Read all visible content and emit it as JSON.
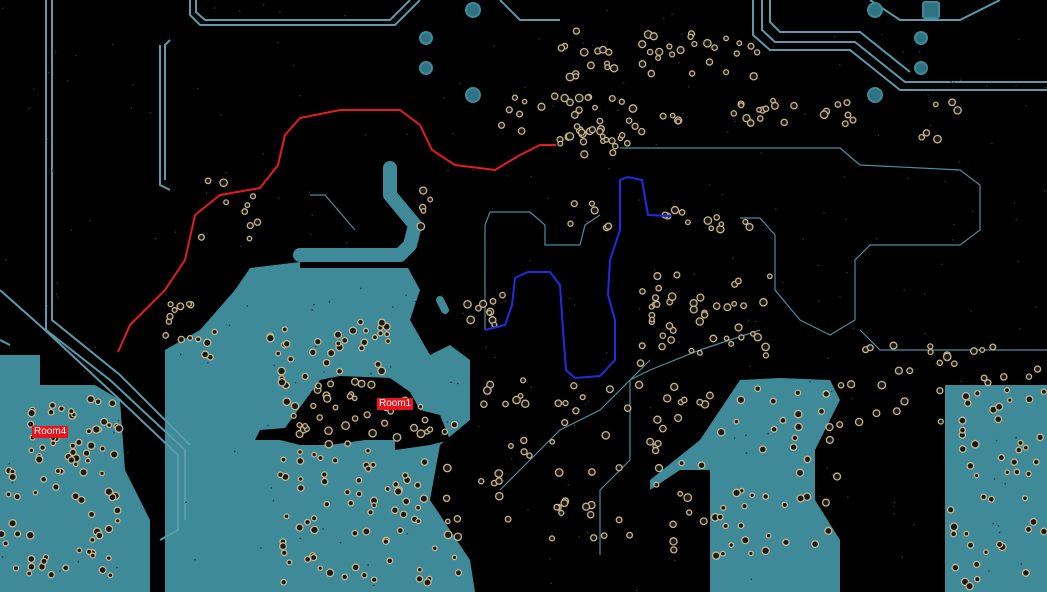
{
  "rooms": [
    {
      "id": "room1",
      "label": "Room1"
    },
    {
      "id": "room4",
      "label": "Room4"
    }
  ],
  "colors": {
    "background": "#000000",
    "copper_plane": "#3f8a99",
    "trace": "#5b9aaa",
    "via_ring": "#c9b48a",
    "via_hole": "#1a1a1a",
    "routed_net_red": "#e41b23",
    "routed_net_blue": "#1f2ce0",
    "room_label_bg": "#e8141c",
    "room_label_text": "#ffffff"
  },
  "icons": {
    "pad": "mounting-pad-icon",
    "via": "via-icon",
    "bga": "bga-pad-icon"
  }
}
